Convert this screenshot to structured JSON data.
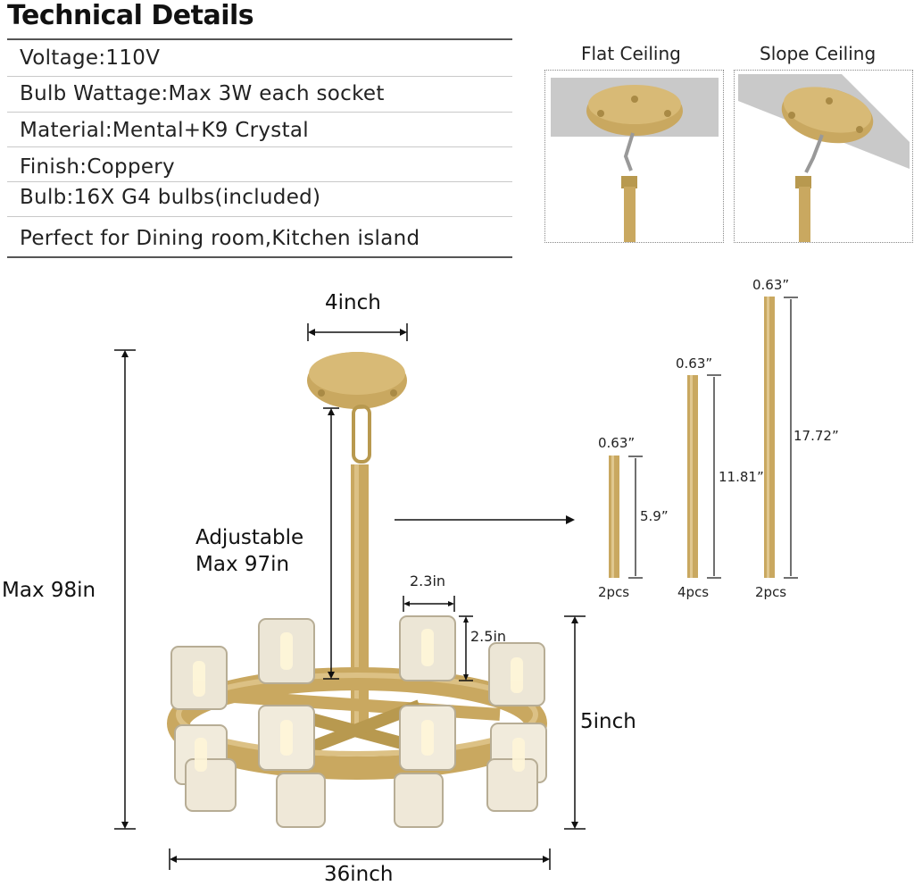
{
  "title": "Technical Details",
  "specs": [
    "Voltage:110V",
    "Bulb Wattage:Max 3W each socket",
    "Material:Mental+K9 Crystal",
    "Finish:Coppery",
    "Bulb:16X G4 bulbs(included)",
    "Perfect for Dining room,Kitchen island"
  ],
  "mounts": {
    "flat_label": "Flat Ceiling",
    "slope_label": "Slope Ceiling"
  },
  "dimensions": {
    "canopy_width": "4inch",
    "adjustable_line1": "Adjustable",
    "adjustable_line2": "Max 97in",
    "max_height": "Max 98in",
    "shade_width": "2.3in",
    "shade_height": "2.5in",
    "body_height": "5inch",
    "diameter": "36inch"
  },
  "rods": [
    {
      "diameter": "0.63”",
      "length": "5.9”",
      "qty": "2pcs"
    },
    {
      "diameter": "0.63”",
      "length": "11.81”",
      "qty": "4pcs"
    },
    {
      "diameter": "0.63”",
      "length": "17.72”",
      "qty": "2pcs"
    }
  ],
  "colors": {
    "gold": "#c9a860",
    "gold_dark": "#a98a45",
    "ceiling_gray": "#c9c9c9",
    "crystal": "#e9e3d2"
  }
}
